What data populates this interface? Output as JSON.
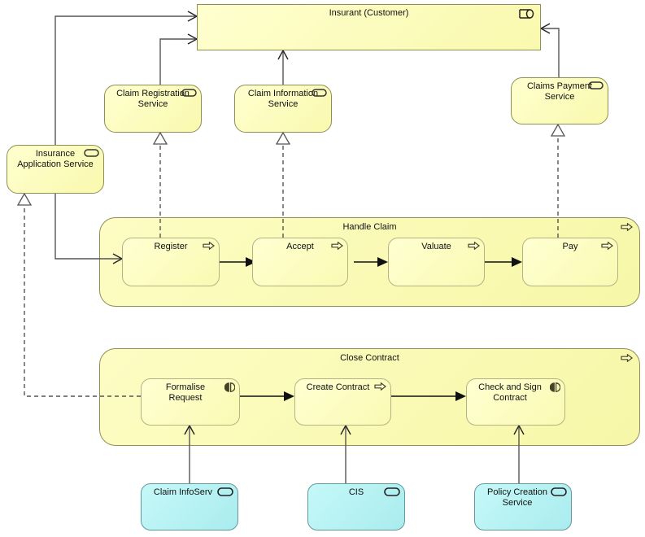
{
  "diagram": {
    "type": "archimate-view",
    "nodes": {
      "insurant": {
        "label": "Insurant (Customer)",
        "icon": "role-icon",
        "layer": "business"
      },
      "claim_registration_service": {
        "label": "Claim Registration Service",
        "icon": "service-icon",
        "layer": "business"
      },
      "claim_information_service": {
        "label": "Claim Information Service",
        "icon": "service-icon",
        "layer": "business"
      },
      "claims_payment_service": {
        "label": "Claims Payment Service",
        "icon": "service-icon",
        "layer": "business"
      },
      "insurance_application_service": {
        "label": "Insurance Application Service",
        "icon": "service-icon",
        "layer": "business"
      },
      "handle_claim": {
        "label": "Handle Claim",
        "icon": "process-icon",
        "layer": "business"
      },
      "register": {
        "label": "Register",
        "icon": "process-icon",
        "layer": "business"
      },
      "accept": {
        "label": "Accept",
        "icon": "process-icon",
        "layer": "business"
      },
      "valuate": {
        "label": "Valuate",
        "icon": "process-icon",
        "layer": "business"
      },
      "pay": {
        "label": "Pay",
        "icon": "process-icon",
        "layer": "business"
      },
      "close_contract": {
        "label": "Close Contract",
        "icon": "process-icon",
        "layer": "business"
      },
      "formalise_request": {
        "label": "Formalise Request",
        "icon": "interaction-icon",
        "layer": "business"
      },
      "create_contract": {
        "label": "Create Contract",
        "icon": "process-icon",
        "layer": "business"
      },
      "check_and_sign_contract": {
        "label": "Check and Sign Contract",
        "icon": "interaction-icon",
        "layer": "business"
      },
      "claim_infoserv": {
        "label": "Claim InfoServ",
        "icon": "service-icon",
        "layer": "application"
      },
      "cis": {
        "label": "CIS",
        "icon": "service-icon",
        "layer": "application"
      },
      "policy_creation_service": {
        "label": "Policy Creation Service",
        "icon": "service-icon",
        "layer": "application"
      }
    },
    "relations": [
      {
        "type": "serving",
        "source": "insurance_application_service",
        "target": "insurant"
      },
      {
        "type": "serving",
        "source": "claim_registration_service",
        "target": "insurant"
      },
      {
        "type": "serving",
        "source": "claim_information_service",
        "target": "insurant"
      },
      {
        "type": "serving",
        "source": "claims_payment_service",
        "target": "insurant"
      },
      {
        "type": "serving",
        "source": "insurance_application_service",
        "target": "register"
      },
      {
        "type": "realization",
        "source": "register",
        "target": "claim_registration_service"
      },
      {
        "type": "realization",
        "source": "accept",
        "target": "claim_information_service"
      },
      {
        "type": "realization",
        "source": "pay",
        "target": "claims_payment_service"
      },
      {
        "type": "realization",
        "source": "formalise_request",
        "target": "insurance_application_service"
      },
      {
        "type": "triggering",
        "source": "register",
        "target": "accept"
      },
      {
        "type": "triggering",
        "source": "accept",
        "target": "valuate"
      },
      {
        "type": "triggering",
        "source": "valuate",
        "target": "pay"
      },
      {
        "type": "triggering",
        "source": "formalise_request",
        "target": "create_contract"
      },
      {
        "type": "triggering",
        "source": "create_contract",
        "target": "check_and_sign_contract"
      },
      {
        "type": "serving",
        "source": "claim_infoserv",
        "target": "formalise_request"
      },
      {
        "type": "serving",
        "source": "cis",
        "target": "create_contract"
      },
      {
        "type": "serving",
        "source": "policy_creation_service",
        "target": "check_and_sign_contract"
      }
    ],
    "colors": {
      "business_fill": "#FBFBB5",
      "business_border": "#8F8F55",
      "application_fill": "#B5F2F2",
      "application_border": "#62989A",
      "line": "#555555",
      "trigger_line": "#111111",
      "background": "#FFFFFF"
    }
  }
}
